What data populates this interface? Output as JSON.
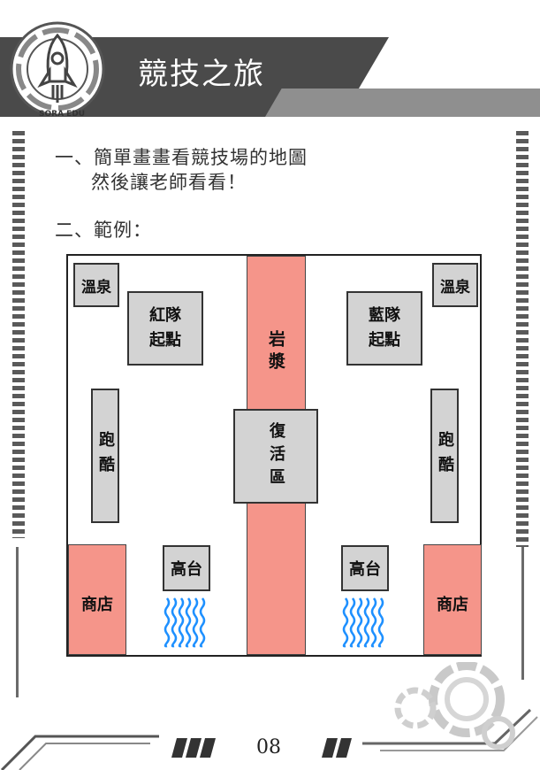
{
  "header": {
    "title": "競技之旅",
    "logo_text": "SORA EDU"
  },
  "instructions": {
    "line1": "一、簡單畫畫看競技場的地圖",
    "line2": "然後讓老師看看！",
    "line3": "二、範例："
  },
  "map": {
    "hot_spring_left": "溫泉",
    "hot_spring_right": "溫泉",
    "red_start": "紅隊起點",
    "blue_start": "藍隊起點",
    "lava": "岩漿",
    "respawn": "復活區",
    "parkour_left": "跑酷",
    "parkour_right": "跑酷",
    "high_platform_left": "高台",
    "high_platform_right": "高台",
    "shop_left": "商店",
    "shop_right": "商店"
  },
  "footer": {
    "page_number": "08"
  },
  "colors": {
    "lava": "#f5958a",
    "water": "#1e90ff",
    "box": "#d3d3d3",
    "header_dark": "#4a4a4a",
    "header_light": "#8f8f8f"
  }
}
